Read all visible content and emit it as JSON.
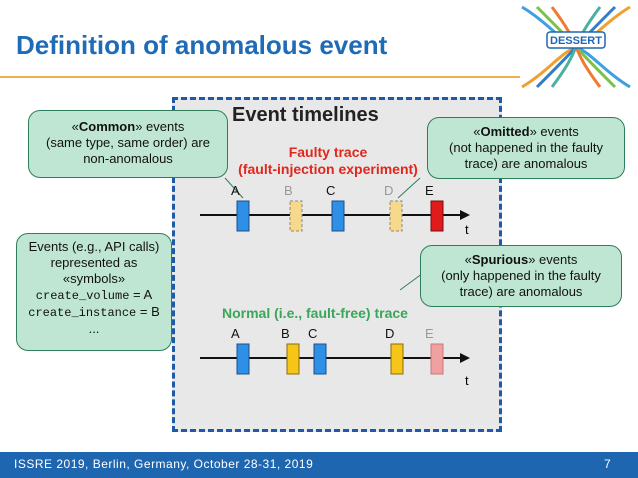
{
  "slide": {
    "title": "Definition of anomalous event",
    "page_number": "7",
    "footer": "ISSRE 2019, Berlin, Germany, October 28-31, 2019",
    "logo_text": "DESSERT"
  },
  "diagram": {
    "box_title": "Event timelines",
    "faulty_title_line1": "Faulty trace",
    "faulty_title_line2": "(fault-injection experiment)",
    "normal_title": "Normal (i.e., fault-free) trace",
    "axis_label": "t",
    "faulty_events": [
      {
        "label": "A",
        "state": "common"
      },
      {
        "label": "B",
        "state": "omitted"
      },
      {
        "label": "C",
        "state": "common"
      },
      {
        "label": "D",
        "state": "omitted"
      },
      {
        "label": "E",
        "state": "spurious"
      }
    ],
    "normal_events": [
      {
        "label": "A",
        "state": "common"
      },
      {
        "label": "B",
        "state": "normal-only"
      },
      {
        "label": "C",
        "state": "common"
      },
      {
        "label": "D",
        "state": "normal-only"
      },
      {
        "label": "E",
        "state": "absent"
      }
    ],
    "colors": {
      "common": "#2d8fe6",
      "omitted": "#f6d98a",
      "spurious": "#e01b1b",
      "normal_only": "#f5c518",
      "absent": "#f0a0a0",
      "faulty_title": "#e2261b",
      "normal_title": "#3aa65a"
    }
  },
  "callouts": {
    "common": {
      "prefix": "«",
      "bold": "Common",
      "suffix": "» events",
      "line2": "(same type, same order) are",
      "line3": "non-anomalous"
    },
    "omitted": {
      "prefix": "«",
      "bold": "Omitted",
      "suffix": "» events",
      "line2": "(not happened in the faulty",
      "line3": "trace) are anomalous"
    },
    "spurious": {
      "prefix": "«",
      "bold": "Spurious",
      "suffix": "» events",
      "line2": "(only happened in the faulty",
      "line3": "trace) are anomalous"
    },
    "symbols": {
      "line1": "Events (e.g., API calls)",
      "line2": "represented as",
      "line3": "«symbols»",
      "code1": "create_volume",
      "code1_value": " = A",
      "code2": "create_instance",
      "code2_value": " = B",
      "ellipsis": "..."
    }
  }
}
